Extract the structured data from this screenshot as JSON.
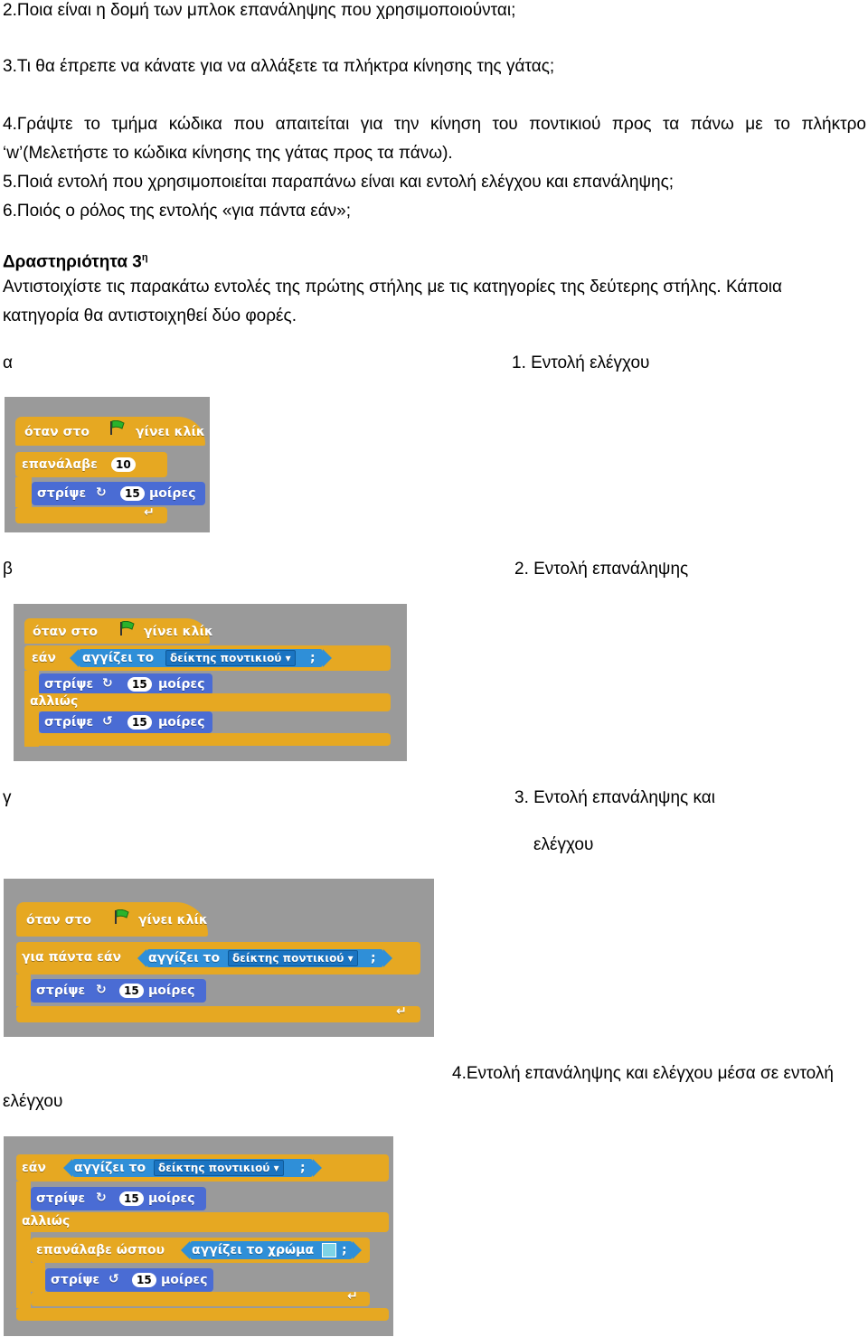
{
  "questions": {
    "q2": "2.Ποια είναι η δομή των μπλοκ επανάληψης που χρησιμοποιούνται;",
    "q3": "3.Τι θα έπρεπε να κάνατε για να αλλάξετε τα πλήκτρα κίνησης της γάτας;",
    "q4_line1": "4.Γράψτε το τμήμα κώδικα που απαιτείται για την κίνηση του ποντικιού προς τα πάνω με το πλήκτρο",
    "q4_line2": "‘w’(Μελετήστε το κώδικα κίνησης της γάτας προς τα πάνω).",
    "q5": "5.Ποιά εντολή που χρησιμοποιείται παραπάνω είναι και εντολή ελέγχου και επανάληψης;",
    "q6": "6.Ποιός ο ρόλος της εντολής «για πάντα εάν»;"
  },
  "activity": {
    "heading": "Δραστηριότητα 3",
    "heading_sup": "η",
    "instructions_line1": "Αντιστοιχίστε τις παρακάτω εντολές της πρώτης στήλης με τις κατηγορίες της δεύτερης στήλης. Κάποια",
    "instructions_line2": "κατηγορία θα αντιστοιχηθεί δύο φορές."
  },
  "items": {
    "a": "α",
    "b": "β",
    "g": "γ",
    "d_tail": "ελέγχου"
  },
  "categories": {
    "c1": "1. Εντολή ελέγχου",
    "c2": "2. Εντολή επανάληψης",
    "c3_line1": "3. Εντολή επανάληψης  και",
    "c3_line2": "ελέγχου",
    "c4": "4.Εντολή επανάληψης και ελέγχου μέσα σε εντολή"
  },
  "blocks": {
    "when_flag_left": "όταν στο",
    "when_flag_right": "γίνει κλίκ",
    "repeat": "επανάλαβε",
    "repeat_count": "10",
    "turn": "στρίψε",
    "degrees": "15",
    "degrees_label": "μοίρες",
    "if": "εάν",
    "touching": "αγγίζει το",
    "mouse_pointer": "δείκτης ποντικιού",
    "else": "αλλιώς",
    "forever_if": "για πάντα εάν",
    "repeat_until": "επανάλαβε ώσπου",
    "touching_color": "αγγίζει το χρώμα",
    "semicolon": ";"
  },
  "colors": {
    "control": "#e6a822",
    "motion": "#4a6cd4",
    "sensing": "#2f8fd8",
    "background": "#9a9a9a"
  }
}
